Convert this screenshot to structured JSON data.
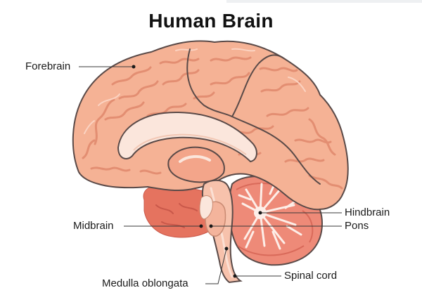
{
  "title": "Human Brain",
  "labels": {
    "forebrain": "Forebrain",
    "midbrain": "Midbrain",
    "medulla": "Medulla oblongata",
    "hindbrain": "Hindbrain",
    "pons": "Pons",
    "spinal_cord": "Spinal cord"
  },
  "colors": {
    "cerebrum": "#f5b295",
    "cerebrum_dark": "#e8937a",
    "outline": "#5a4a48",
    "inner_light": "#fbe6dc",
    "cerebellum": "#ee8a78",
    "deep_red": "#e06a5e",
    "brainstem": "#f7c2ac"
  }
}
